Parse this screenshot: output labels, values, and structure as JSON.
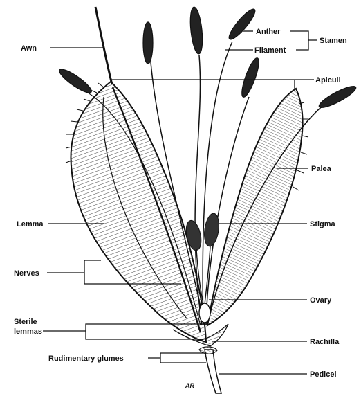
{
  "labels": {
    "awn": "Awn",
    "anther": "Anther",
    "filament": "Filament",
    "stamen": "Stamen",
    "apiculi": "Apiculi",
    "palea": "Palea",
    "lemma": "Lemma",
    "stigma": "Stigma",
    "nerves": "Nerves",
    "ovary": "Ovary",
    "sterile_lemmas_line1": "Sterile",
    "sterile_lemmas_line2": "lemmas",
    "rachilla": "Rachilla",
    "rudimentary_glumes": "Rudimentary glumes",
    "pedicel": "Pedicel",
    "artist_mark": "AR"
  },
  "colors": {
    "ink": "#111111",
    "background": "#ffffff"
  }
}
